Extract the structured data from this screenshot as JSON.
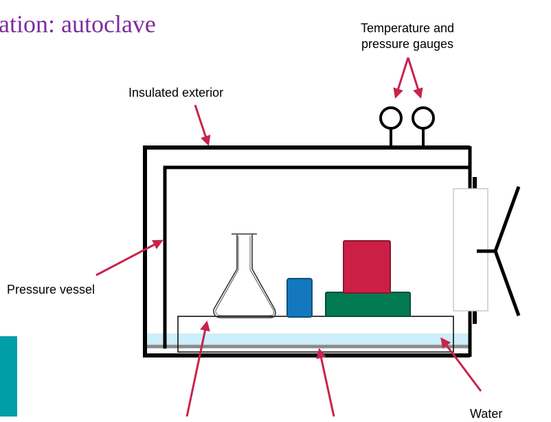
{
  "title": "ation: autoclave",
  "labels": {
    "gauges_line1": "Temperature and",
    "gauges_line2": "pressure gauges",
    "insulated_exterior": "Insulated exterior",
    "pressure_vessel": "Pressure vessel",
    "water": "Water"
  },
  "colors": {
    "title": "#7b2d9e",
    "arrow": "#c8234b",
    "water": "#cdeefb",
    "red_box": "#cc1f45",
    "green_box": "#017a53",
    "blue_box": "#1478be",
    "teal_block": "#009ea6"
  }
}
